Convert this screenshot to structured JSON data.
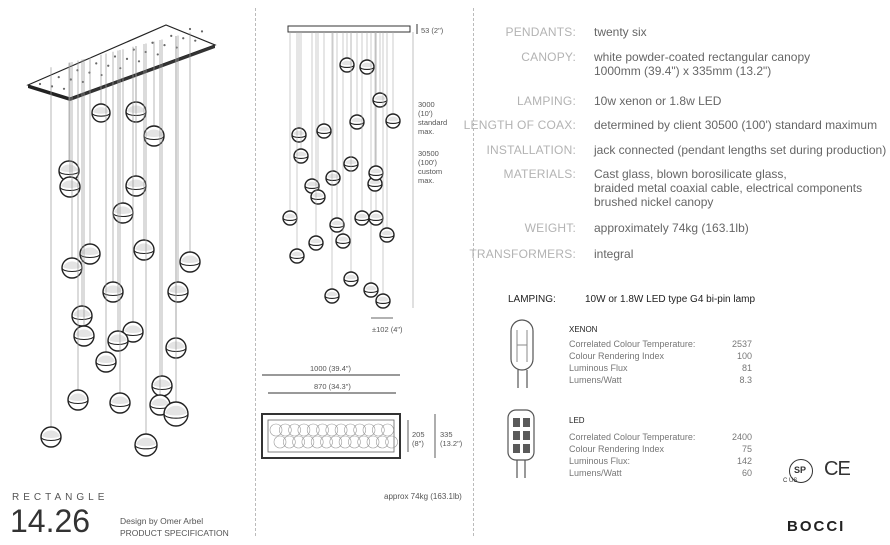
{
  "brand": "BOCCI",
  "product": {
    "family": "RECTANGLE",
    "model": "14.26",
    "designer": "Design by Omer Arbel",
    "doc_type": "PRODUCT SPECIFICATION"
  },
  "specs": [
    {
      "label": "PENDANTS:",
      "value": [
        "twenty six"
      ]
    },
    {
      "label": "CANOPY:",
      "value": [
        "white powder-coated rectangular canopy",
        "1000mm (39.4\") x 335mm (13.2\")"
      ]
    },
    {
      "label": "LAMPING:",
      "value": [
        "10w xenon or 1.8w LED"
      ]
    },
    {
      "label": "LENGTH OF COAX:",
      "value": [
        "determined by client 30500 (100') standard maximum"
      ]
    },
    {
      "label": "INSTALLATION:",
      "value": [
        "jack connected (pendant lengths set during production)"
      ]
    },
    {
      "label": "MATERIALS:",
      "value": [
        "Cast glass, blown borosilicate glass,",
        "braided metal coaxial cable, electrical components",
        "brushed nickel canopy"
      ]
    },
    {
      "label": "WEIGHT:",
      "value": [
        "approximately 74kg (163.1lb)"
      ]
    },
    {
      "label": "TRANSFORMERS:",
      "value": [
        "integral"
      ]
    }
  ],
  "lamping": {
    "label": "LAMPING:",
    "desc": "10W or 1.8W LED type G4 bi-pin lamp",
    "lamps": [
      {
        "name": "XENON",
        "props": [
          {
            "k": "Correlated Colour Temperature:",
            "v": "2537"
          },
          {
            "k": "Colour Rendering Index",
            "v": "100"
          },
          {
            "k": "Luminous Flux",
            "v": "81"
          },
          {
            "k": "Lumens/Watt",
            "v": "8.3"
          }
        ]
      },
      {
        "name": "LED",
        "props": [
          {
            "k": "Correlated Colour Temperature:",
            "v": "2400"
          },
          {
            "k": "Colour Rendering Index",
            "v": "75"
          },
          {
            "k": "Luminous Flux:",
            "v": "142"
          },
          {
            "k": "Lumens/Watt",
            "v": "60"
          }
        ]
      }
    ]
  },
  "dimensions": {
    "canopy_h": "53 (2\")",
    "standard": [
      "3000",
      "(10')",
      "standard",
      "max."
    ],
    "custom": [
      "30500",
      "(100')",
      "custom",
      "max."
    ],
    "pendant_d": "±102 (4\")",
    "width_total": "1000  (39.4\")",
    "width_inner": "870 (34.3\")",
    "depth_inner": [
      "205",
      "(8\")"
    ],
    "depth_total": [
      "335",
      "(13.2\")"
    ],
    "weight": "approx 74kg (163.1lb)"
  },
  "cert": {
    "csa": "SP",
    "csa_sub": "C US",
    "ce": "CE"
  }
}
